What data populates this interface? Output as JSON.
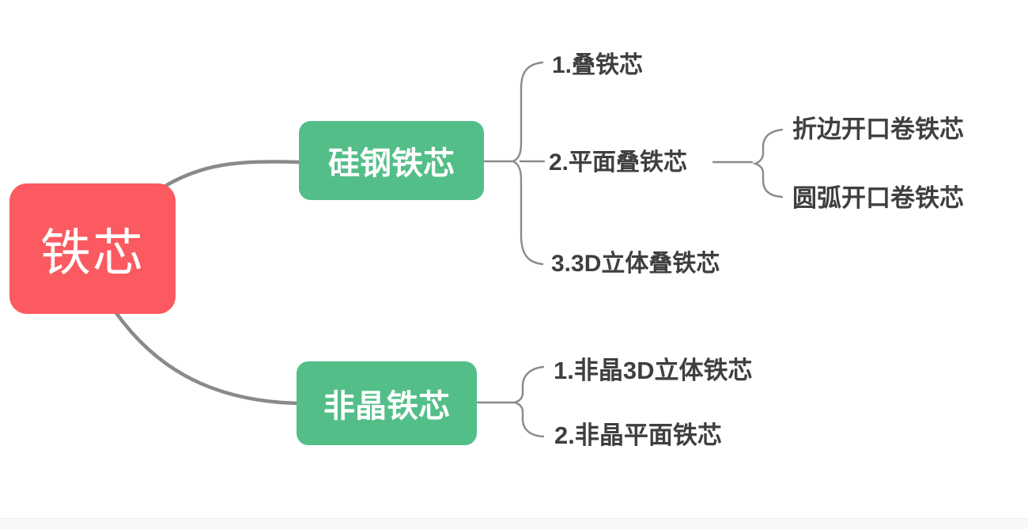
{
  "mindmap": {
    "root": {
      "label": "铁芯"
    },
    "branches": [
      {
        "label": "硅钢铁芯",
        "children": [
          {
            "label": "1.叠铁芯"
          },
          {
            "label": "2.平面叠铁芯",
            "children": [
              {
                "label": "折边开口卷铁芯"
              },
              {
                "label": "圆弧开口卷铁芯"
              }
            ]
          },
          {
            "label": "3.3D立体叠铁芯"
          }
        ]
      },
      {
        "label": "非晶铁芯",
        "children": [
          {
            "label": "1.非晶3D立体铁芯"
          },
          {
            "label": "2.非晶平面铁芯"
          }
        ]
      }
    ]
  },
  "colors": {
    "root_node": "#fb5a60",
    "branch_node": "#54be89",
    "node_text": "#ffffff",
    "topic_text": "#3f3f3f",
    "connector": "#8a8a8a",
    "background": "#ffffff",
    "bottom_bar": "#f7f8f8"
  }
}
